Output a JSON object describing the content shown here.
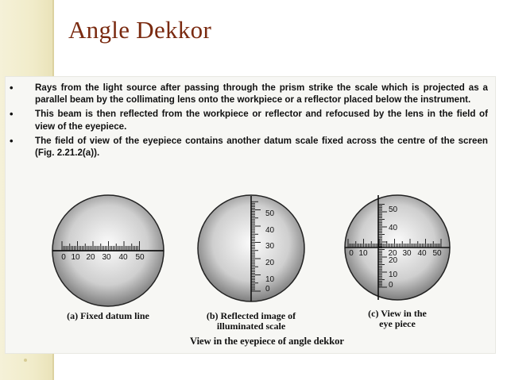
{
  "slide": {
    "title": "Angle Dekkor",
    "bullets": [
      "Rays from the light source after passing through the prism strike the scale which is projected as a parallel beam by the collimating lens onto the workpiece or a reflector placed below the instrument.",
      "This beam is then reflected from the workpiece or reflector and refocused by the lens in the field of view of the eyepiece.",
      "The field of view of the eyepiece contains another datum scale fixed across the centre of the screen (Fig. 2.21.2(a))."
    ],
    "bullet_glyph": "•"
  },
  "figure": {
    "circle_a": {
      "caption": "(a) Fixed datum line",
      "scale_labels": [
        "0",
        "10",
        "20",
        "30",
        "40",
        "50"
      ]
    },
    "circle_b": {
      "caption_line1": "(b) Reflected image of",
      "caption_line2": "illuminated scale",
      "scale_labels": [
        "50",
        "40",
        "30",
        "20",
        "10",
        "0"
      ]
    },
    "circle_c": {
      "caption_line1": "(c) View in the",
      "caption_line2": "eye piece",
      "vertical_labels": [
        "50",
        "40",
        "20",
        "10",
        "0"
      ],
      "horizontal_labels": [
        "0",
        "10",
        "30",
        "40",
        "50"
      ],
      "center_label": "20"
    },
    "main_caption": "View in the eyepiece of angle dekkor"
  }
}
